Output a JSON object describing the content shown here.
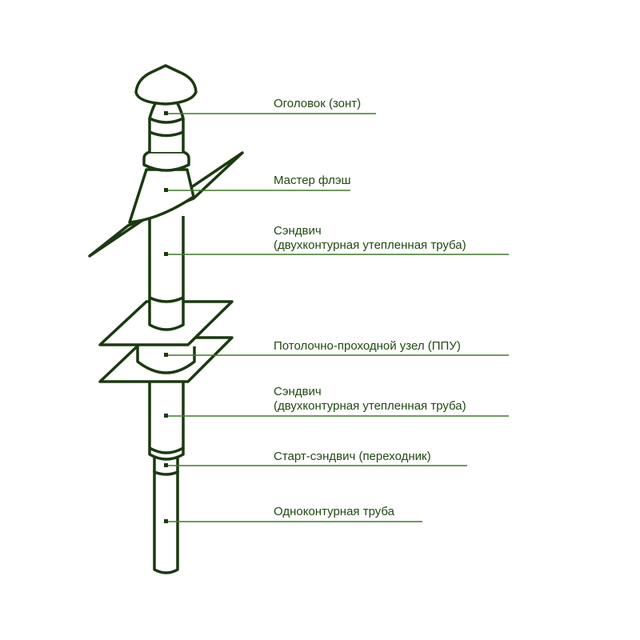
{
  "colors": {
    "stroke": "#1a3a10",
    "leader": "#3f7a2a",
    "text": "#1f4a12"
  },
  "labels": [
    {
      "id": "cap",
      "lines": [
        "Оголовок (зонт)"
      ]
    },
    {
      "id": "flash",
      "lines": [
        "Мастер флэш"
      ]
    },
    {
      "id": "sandwich1",
      "lines": [
        "Сэндвич",
        "(двухконтурная утепленная труба)"
      ]
    },
    {
      "id": "ppu",
      "lines": [
        "Потолочно-проходной узел (ППУ)"
      ]
    },
    {
      "id": "sandwich2",
      "lines": [
        "Сэндвич",
        "(двухконтурная утепленная труба)"
      ]
    },
    {
      "id": "start",
      "lines": [
        "Старт-сэндвич (переходник)"
      ]
    },
    {
      "id": "single",
      "lines": [
        "Одноконтурная труба"
      ]
    }
  ]
}
